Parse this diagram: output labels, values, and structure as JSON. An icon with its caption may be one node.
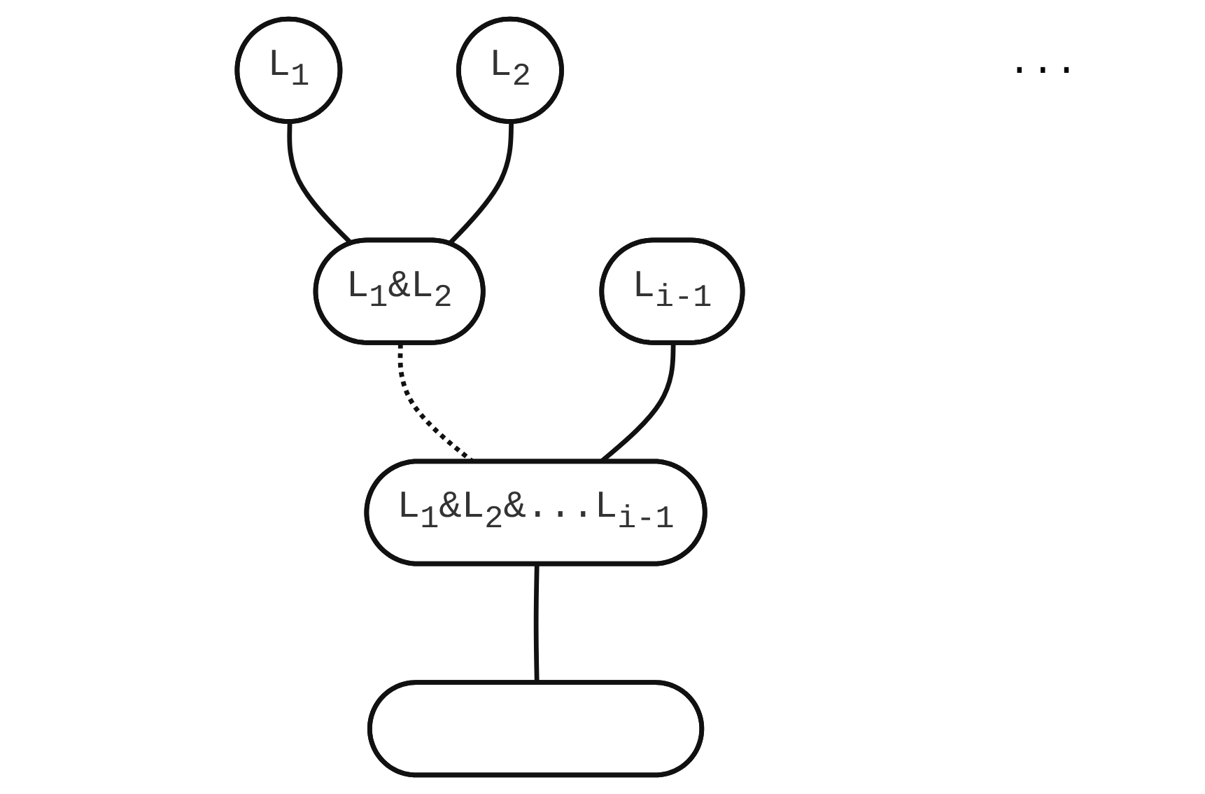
{
  "diagram": {
    "nodes": [
      {
        "text": [
          "L$_{1}$"
        ]
      },
      {
        "text": [
          "L$_{2}$"
        ]
      },
      {
        "text": [
          "L$_{i-1}$"
        ]
      },
      {
        "text": [
          "L$_{1}$&L$_{2}$"
        ]
      },
      {
        "text": [
          "L$_{1}$&L$_{2}$&...L$_{i-1}$"
        ]
      },
      {
        "text": [],
        "shape": "box"
      }
    ],
    "edges": [
      {
        "from": 0,
        "to": 3,
        "arrow": "none"
      },
      {
        "from": 1,
        "to": 3,
        "arrow": "none"
      },
      {
        "from": 3,
        "to": 4,
        "arrow": "none",
        "style": "dashed"
      },
      {
        "from": 2,
        "to": 4,
        "arrow": "none"
      },
      {
        "from": 4,
        "to": 5,
        "arrow": "none"
      }
    ],
    "labels": [
      "..."
    ]
  }
}
